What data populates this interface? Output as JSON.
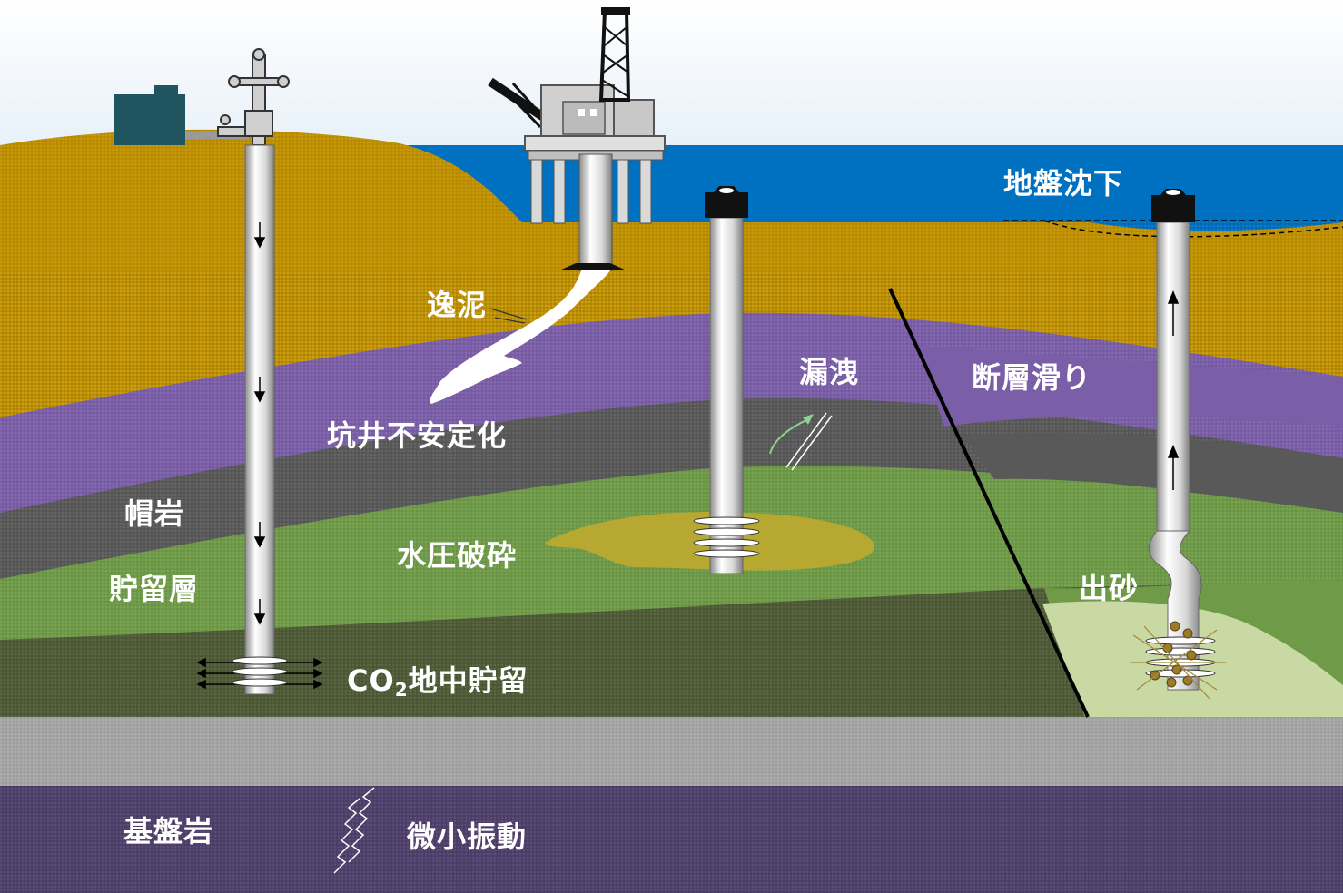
{
  "labels": {
    "subsidence": "地盤沈下",
    "mud_loss": "逸泥",
    "wellbore_instability": "坑井不安定化",
    "leakage": "漏洩",
    "fault_slip": "断層滑り",
    "caprock": "帽岩",
    "reservoir": "貯留層",
    "hydraulic_fracturing": "水圧破砕",
    "sand_production": "出砂",
    "co2_prefix": "CO",
    "co2_subscript": "2",
    "co2_suffix": "地中貯留",
    "basement": "基盤岩",
    "microseismicity": "微小振動"
  },
  "colors": {
    "sky": "#ffffff",
    "sea": "#0070c0",
    "overburden": "#bf9000",
    "purple_layer": "#7a5ea8",
    "caprock": "#595959",
    "reservoir": "#6f9b48",
    "lower_reservoir": "#4e5a36",
    "grey_band": "#a5a5a5",
    "basement": "#4f3f6b",
    "frac_zone": "#b6a830",
    "sand_zone": "#c9d9a3",
    "tank": "#20555f",
    "casing": "#e0e0e0"
  }
}
